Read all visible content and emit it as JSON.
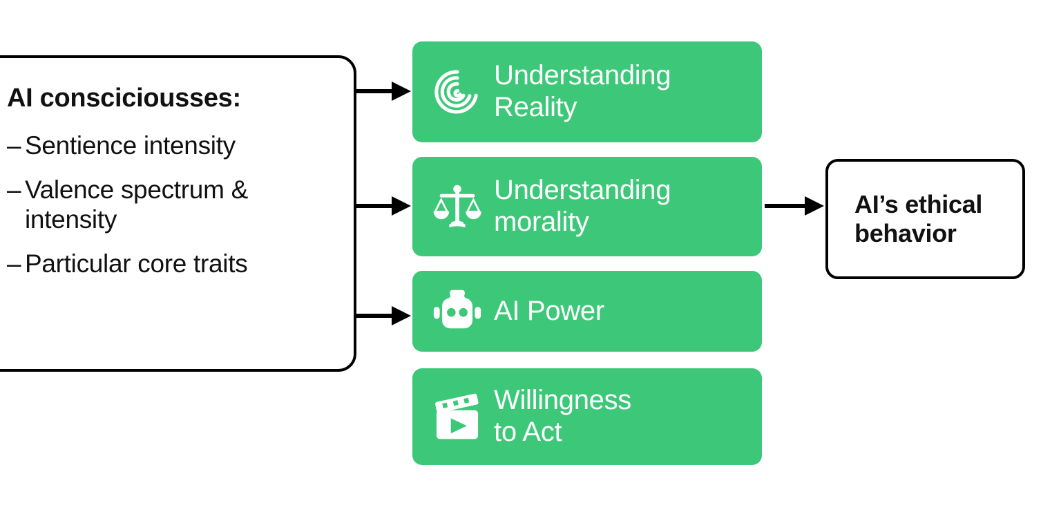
{
  "diagram": {
    "type": "flow-diagram",
    "background_color": "#ffffff",
    "accent_color": "#3cc878",
    "outline_color": "#000000",
    "text_color": "#111111",
    "source": {
      "title": "AI consciciousses:",
      "bullet_marker": "–",
      "items": [
        {
          "text": "Sentience intensity"
        },
        {
          "text": "Valence spectrum\n& intensity"
        },
        {
          "text": "Particular core traits"
        }
      ]
    },
    "factors": [
      {
        "label": "Understanding\nReality",
        "icon": "spiral-icon",
        "color": "#3cc878"
      },
      {
        "label": "Understanding\nmorality",
        "icon": "balance-scales-icon",
        "color": "#3cc878"
      },
      {
        "label": "AI Power",
        "icon": "robot-head-icon",
        "color": "#3cc878"
      },
      {
        "label": "Willingness\nto Act",
        "icon": "clapperboard-play-icon",
        "color": "#3cc878"
      }
    ],
    "outcome": {
      "label": "AI’s ethical\nbehavior"
    },
    "arrows": [
      {
        "from": "source",
        "to": "factor-0",
        "direction": "right"
      },
      {
        "from": "source",
        "to": "factor-1",
        "direction": "right"
      },
      {
        "from": "source",
        "to": "factor-2",
        "direction": "right"
      },
      {
        "from": "factor-1",
        "to": "outcome",
        "direction": "right"
      }
    ]
  }
}
